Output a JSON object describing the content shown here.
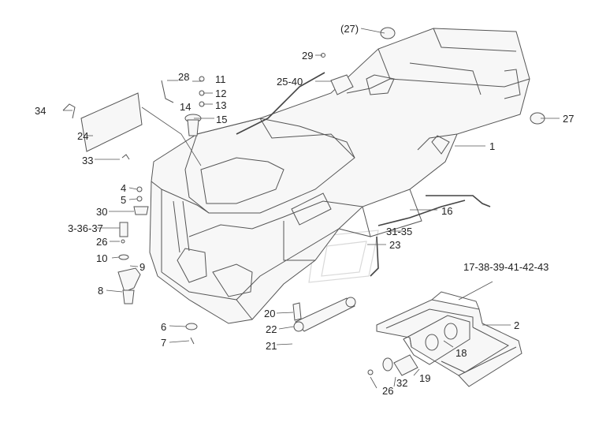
{
  "diagram": {
    "kind": "exploded-parts-view",
    "callouts": [
      {
        "id": "c1",
        "text": "1"
      },
      {
        "id": "c2",
        "text": "2"
      },
      {
        "id": "c3",
        "text": "3-36-37"
      },
      {
        "id": "c4",
        "text": "4"
      },
      {
        "id": "c5",
        "text": "5"
      },
      {
        "id": "c6",
        "text": "6"
      },
      {
        "id": "c7",
        "text": "7"
      },
      {
        "id": "c8",
        "text": "8"
      },
      {
        "id": "c9",
        "text": "9"
      },
      {
        "id": "c10",
        "text": "10"
      },
      {
        "id": "c11",
        "text": "11"
      },
      {
        "id": "c12",
        "text": "12"
      },
      {
        "id": "c13",
        "text": "13"
      },
      {
        "id": "c14",
        "text": "14"
      },
      {
        "id": "c15",
        "text": "15"
      },
      {
        "id": "c16",
        "text": "16"
      },
      {
        "id": "c17",
        "text": "17-38-39-41-42-43"
      },
      {
        "id": "c18",
        "text": "18"
      },
      {
        "id": "c19",
        "text": "19"
      },
      {
        "id": "c20",
        "text": "20"
      },
      {
        "id": "c21",
        "text": "21"
      },
      {
        "id": "c22",
        "text": "22"
      },
      {
        "id": "c23",
        "text": "23"
      },
      {
        "id": "c24",
        "text": "24"
      },
      {
        "id": "c25",
        "text": "25-40"
      },
      {
        "id": "c26a",
        "text": "26"
      },
      {
        "id": "c26b",
        "text": "26"
      },
      {
        "id": "c27a",
        "text": "(27)"
      },
      {
        "id": "c27b",
        "text": "27"
      },
      {
        "id": "c28",
        "text": "28"
      },
      {
        "id": "c29",
        "text": "29"
      },
      {
        "id": "c30",
        "text": "30"
      },
      {
        "id": "c31",
        "text": "31-35"
      },
      {
        "id": "c32",
        "text": "32"
      },
      {
        "id": "c33",
        "text": "33"
      },
      {
        "id": "c34",
        "text": "34"
      }
    ]
  }
}
